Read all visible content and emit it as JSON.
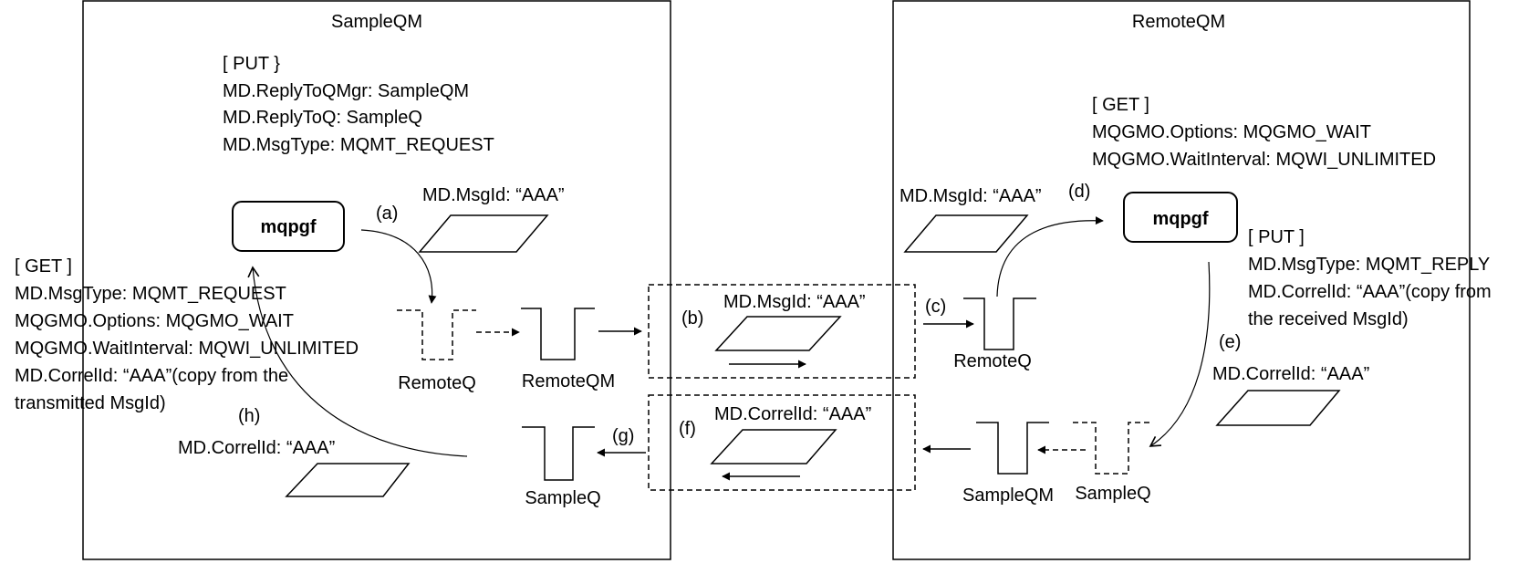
{
  "left_qm": {
    "title": "SampleQM",
    "put_block": [
      "[ PUT }",
      "MD.ReplyToQMgr: SampleQM",
      "MD.ReplyToQ: SampleQ",
      "MD.MsgType: MQMT_REQUEST"
    ],
    "process_label": "mqpgf",
    "msg_a_label": "MD.MsgId: “AAA”",
    "step_a": "(a)",
    "remote_q_label": "RemoteQ",
    "remote_qm_label": "RemoteQM",
    "get_block": [
      "[ GET ]",
      "MD.MsgType: MQMT_REQUEST",
      "MQGMO.Options: MQGMO_WAIT",
      "MQGMO.WaitInterval: MQWI_UNLIMITED",
      "MD.CorrelId: “AAA”(copy from the",
      "transmitted MsgId)"
    ],
    "step_h": "(h)",
    "msg_h_label": "MD.CorrelId: “AAA”",
    "step_g": "(g)",
    "sample_q_label": "SampleQ"
  },
  "channel": {
    "step_b": "(b)",
    "msg_b_label": "MD.MsgId: “AAA”",
    "step_f": "(f)",
    "msg_f_label": "MD.CorrelId: “AAA”"
  },
  "right_qm": {
    "title": "RemoteQM",
    "get_block": [
      "[ GET ]",
      "MQGMO.Options: MQGMO_WAIT",
      "MQGMO.WaitInterval: MQWI_UNLIMITED"
    ],
    "msg_d_label": "MD.MsgId: “AAA”",
    "step_d": "(d)",
    "process_label": "mqpgf",
    "put_block": [
      "[ PUT ]",
      "MD.MsgType: MQMT_REPLY",
      "MD.CorrelId: “AAA”(copy from",
      "the received MsgId)"
    ],
    "step_c": "(c)",
    "remote_q_label": "RemoteQ",
    "step_e": "(e)",
    "msg_e_label": "MD.CorrelId: “AAA”",
    "sample_qm_label": "SampleQM",
    "sample_q_label": "SampleQ"
  }
}
